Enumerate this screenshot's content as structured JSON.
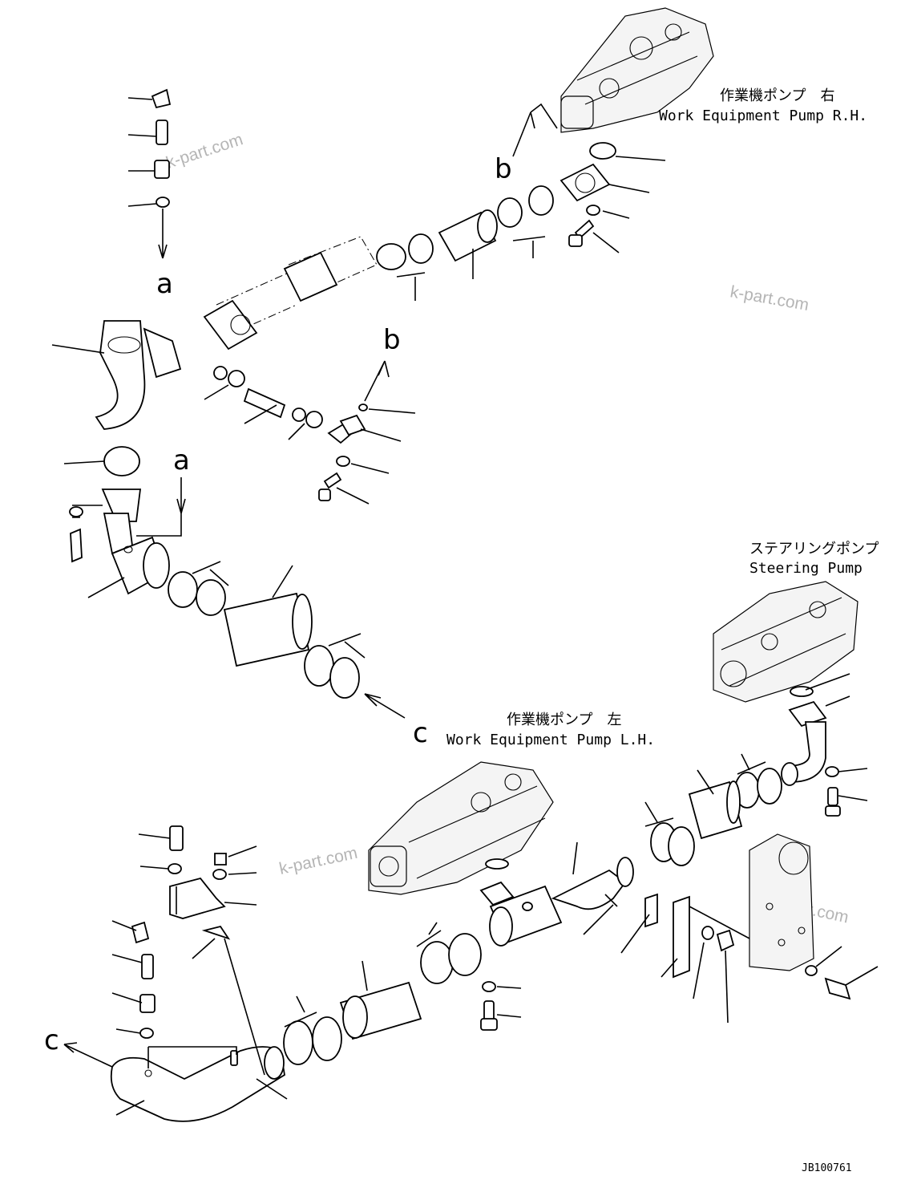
{
  "labels": {
    "pump_rh_jp": "作業機ポンプ　右",
    "pump_rh_en": "Work Equipment Pump R.H.",
    "steering_jp": "ステアリングポンプ",
    "steering_en": "Steering Pump",
    "pump_lh_jp": "作業機ポンプ　左",
    "pump_lh_en": "Work Equipment Pump L.H."
  },
  "reference_letters": {
    "a_top": "a",
    "a_mid": "a",
    "b_top": "b",
    "b_mid": "b",
    "c_mid": "c",
    "c_bottom": "c"
  },
  "watermarks": [
    "k-part.com",
    "k-part.com",
    "k-part.com",
    "k-part.com"
  ],
  "drawing_number": "JB100761"
}
